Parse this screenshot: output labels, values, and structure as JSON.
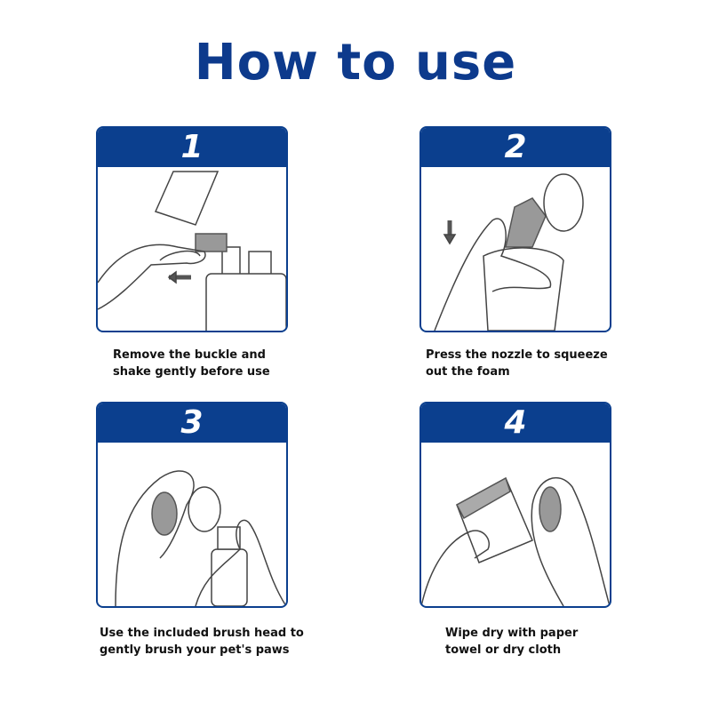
{
  "title": "How to use",
  "steps": [
    {
      "number": "1",
      "lines": [
        "Remove the buckle and",
        "shake gently before use"
      ]
    },
    {
      "number": "2",
      "lines": [
        "Press the nozzle to squeeze",
        "out the foam"
      ]
    },
    {
      "number": "3",
      "lines": [
        "Use the included brush head to",
        "gently brush your pet's paws"
      ]
    },
    {
      "number": "4",
      "lines": [
        "Wipe dry with paper",
        "towel or dry cloth"
      ]
    }
  ],
  "colors": {
    "brand": "#0b3f8e",
    "title": "#0d3a8c"
  }
}
